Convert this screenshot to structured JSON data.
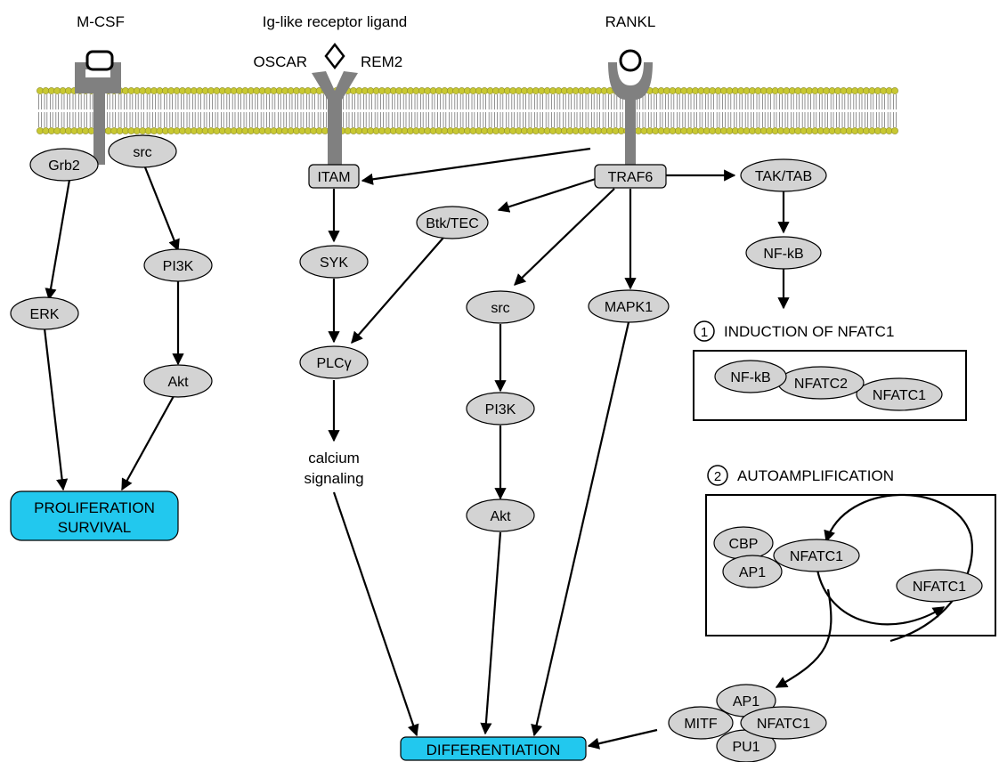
{
  "ligands": {
    "mcsf": "M-CSF",
    "ig_like": "Ig-like receptor ligand",
    "oscar": "OSCAR",
    "rem2": "REM2",
    "rankl": "RANKL"
  },
  "nodes": {
    "grb2": "Grb2",
    "src_top": "src",
    "erk": "ERK",
    "pi3k_left": "PI3K",
    "akt_left": "Akt",
    "itam": "ITAM",
    "syk": "SYK",
    "btk_tec": "Btk/TEC",
    "plc_gamma": "PLCγ",
    "calcium_line1": "calcium",
    "calcium_line2": "signaling",
    "traf6": "TRAF6",
    "src_mid": "src",
    "pi3k_mid": "PI3K",
    "akt_mid": "Akt",
    "mapk1": "MAPK1",
    "tak_tab": "TAK/TAB",
    "nfkb": "NF-kB"
  },
  "outcomes": {
    "proliferation_line1": "PROLIFERATION",
    "proliferation_line2": "SURVIVAL",
    "differentiation": "DIFFERENTIATION"
  },
  "induction": {
    "number": "1",
    "title": "INDUCTION OF NFATC1",
    "nfkb": "NF-kB",
    "nfatc2": "NFATC2",
    "nfatc1": "NFATC1"
  },
  "autoamplification": {
    "number": "2",
    "title": "AUTOAMPLIFICATION",
    "cbp": "CBP",
    "ap1": "AP1",
    "nfatc1_main": "NFATC1",
    "nfatc1_loop": "NFATC1"
  },
  "complex": {
    "ap1": "AP1",
    "mitf": "MITF",
    "nfatc1": "NFATC1",
    "pu1": "PU1"
  },
  "colors": {
    "node_fill": "#d3d3d3",
    "receptor": "#808080",
    "lipid_head": "#c8c832",
    "outcome_fill": "#22c8ee"
  }
}
